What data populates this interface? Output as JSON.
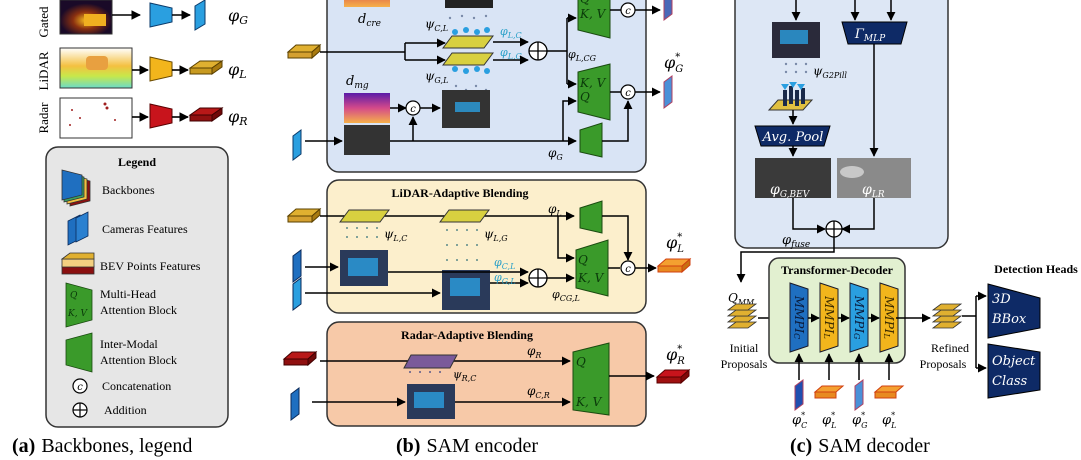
{
  "colors": {
    "gated_blue": "#2a8fd4",
    "lidar_yellow": "#f2b51c",
    "radar_red": "#c8141c",
    "attention_green": "#3a9a2a",
    "navy_block": "#0e2a66",
    "encoder_bg": "#d9e4f5",
    "lidar_bg": "#fcefcc",
    "radar_bg": "#f7c9a8",
    "decoder_bg": "#e2f0d0",
    "legend_bg": "#e6e6e6",
    "cyan_text": "#2aa0c8"
  },
  "panel_a": {
    "sensors": [
      {
        "label": "Gated",
        "output": "φ",
        "sub": "G"
      },
      {
        "label": "LiDAR",
        "output": "φ",
        "sub": "L"
      },
      {
        "label": "Radar",
        "output": "φ",
        "sub": "R"
      }
    ],
    "legend": {
      "title": "Legend",
      "items": [
        {
          "icon": "backbones-icon",
          "label": "Backbones"
        },
        {
          "icon": "camera-features-icon",
          "label": "Cameras Features"
        },
        {
          "icon": "bev-points-features-icon",
          "label": "BEV Points Features"
        },
        {
          "icon": "multi-head-attention-icon",
          "label1": "Multi-Head",
          "label2": "Attention Block",
          "q": "Q",
          "kv": "K, V"
        },
        {
          "icon": "inter-modal-attention-icon",
          "label1": "Inter-Modal",
          "label2": "Attention Block"
        },
        {
          "icon": "concatenation-icon",
          "label": "Concatenation",
          "glyph": "c"
        },
        {
          "icon": "addition-icon",
          "label": "Addition",
          "glyph": "⊕"
        }
      ]
    },
    "caption_prefix": "(a)",
    "caption": "Backbones, legend"
  },
  "panel_b": {
    "camera_block": {
      "d_cre": "d",
      "d_cre_sub": "cre",
      "d_mg": "d",
      "d_mg_sub": "mg",
      "psi_CL": "ψ",
      "psi_CL_sub": "C,L",
      "psi_GL": "ψ",
      "psi_GL_sub": "G,L",
      "phi_LC": "φ",
      "phi_LC_sub": "L,C",
      "phi_LG": "φ",
      "phi_LG_sub": "L,G",
      "phi_LCG": "φ",
      "phi_LCG_sub": "L,CG",
      "phi_G": "φ",
      "phi_G_sub": "G",
      "q": "Q",
      "kv": "K, V",
      "output": "φ",
      "output_sub": "G",
      "output_sup": "*"
    },
    "lidar_block": {
      "title": "LiDAR-Adaptive Blending",
      "phi_L": "φ",
      "phi_L_sub": "L",
      "psi_LC": "ψ",
      "psi_LC_sub": "L,C",
      "psi_LG": "ψ",
      "psi_LG_sub": "L,G",
      "phi_CL": "φ",
      "phi_CL_sub": "C,L",
      "phi_GL": "φ",
      "phi_GL_sub": "G,L",
      "phi_CGL": "φ",
      "phi_CGL_sub": "CG,L",
      "q": "Q",
      "kv": "K, V",
      "output": "φ",
      "output_sub": "L",
      "output_sup": "*"
    },
    "radar_block": {
      "title": "Radar-Adaptive Blending",
      "phi_R": "φ",
      "phi_R_sub": "R",
      "psi_RC": "ψ",
      "psi_RC_sub": "R,C",
      "phi_CR": "φ",
      "phi_CR_sub": "C,R",
      "q": "Q",
      "kv": "K, V",
      "output": "φ",
      "output_sub": "R",
      "output_sup": "*"
    },
    "caption_prefix": "(b)",
    "caption": "SAM encoder"
  },
  "panel_c": {
    "gamma_mlp": "Γ",
    "gamma_mlp_sub": "MLP",
    "psi_g2pill": "ψ",
    "psi_g2pill_sub": "G2Pill",
    "avg_pool": "Avg. Pool",
    "phi_G_BEV": "φ",
    "phi_G_BEV_sub": "G,BEV",
    "phi_LR": "φ",
    "phi_LR_sub": "LR",
    "phi_fuse": "φ",
    "phi_fuse_sub": "fuse",
    "q_mm": "Q",
    "q_mm_sub": "MM",
    "initial_proposals_1": "Initial",
    "initial_proposals_2": "Proposals",
    "decoder_title": "Transformer-Decoder",
    "mmpi_blocks": [
      {
        "label": "MMPI",
        "sub": "C",
        "color": "#1f6fc0"
      },
      {
        "label": "MMPI",
        "sub": "L",
        "color": "#f2b51c"
      },
      {
        "label": "MMPI",
        "sub": "G",
        "color": "#2a9fe0"
      },
      {
        "label": "MMPI",
        "sub": "L",
        "color": "#f2b51c"
      }
    ],
    "decoder_inputs": [
      {
        "sym": "φ",
        "sub": "C",
        "sup": "*"
      },
      {
        "sym": "φ",
        "sub": "L",
        "sup": "*"
      },
      {
        "sym": "φ",
        "sub": "G",
        "sup": "*"
      },
      {
        "sym": "φ",
        "sub": "L",
        "sup": "*"
      }
    ],
    "refined_proposals_1": "Refined",
    "refined_proposals_2": "Proposals",
    "detection_heads_title": "Detection Heads",
    "heads": [
      {
        "line1": "3D",
        "line2": "BBox"
      },
      {
        "line1": "Object",
        "line2": "Class"
      }
    ],
    "caption_prefix": "(c)",
    "caption": "SAM decoder"
  }
}
